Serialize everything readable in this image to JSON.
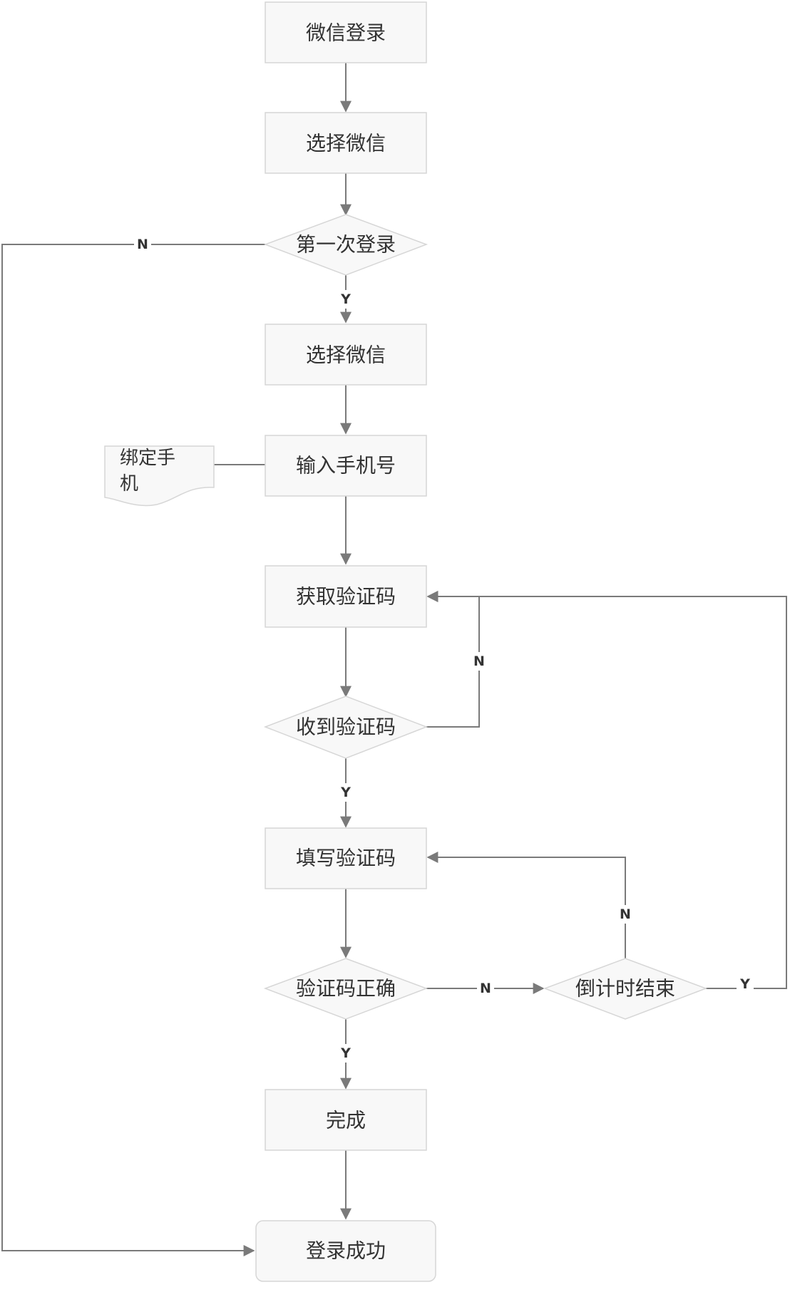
{
  "nodes": {
    "wechat_login": "微信登录",
    "choose_wechat_1": "选择微信",
    "first_login": "第一次登录",
    "choose_wechat_2": "选择微信",
    "input_phone": "输入手机号",
    "bind_phone_line1": "绑定手",
    "bind_phone_line2": "机",
    "get_code": "获取验证码",
    "code_received": "收到验证码",
    "fill_code": "填写验证码",
    "code_correct": "验证码正确",
    "countdown_end": "倒计时结束",
    "done": "完成",
    "login_success": "登录成功"
  },
  "edge_labels": {
    "first_login_no": "N",
    "first_login_yes": "Y",
    "code_received_no": "N",
    "code_received_yes": "Y",
    "code_correct_no": "N",
    "code_correct_yes": "Y",
    "countdown_no": "N",
    "countdown_yes": "Y"
  }
}
